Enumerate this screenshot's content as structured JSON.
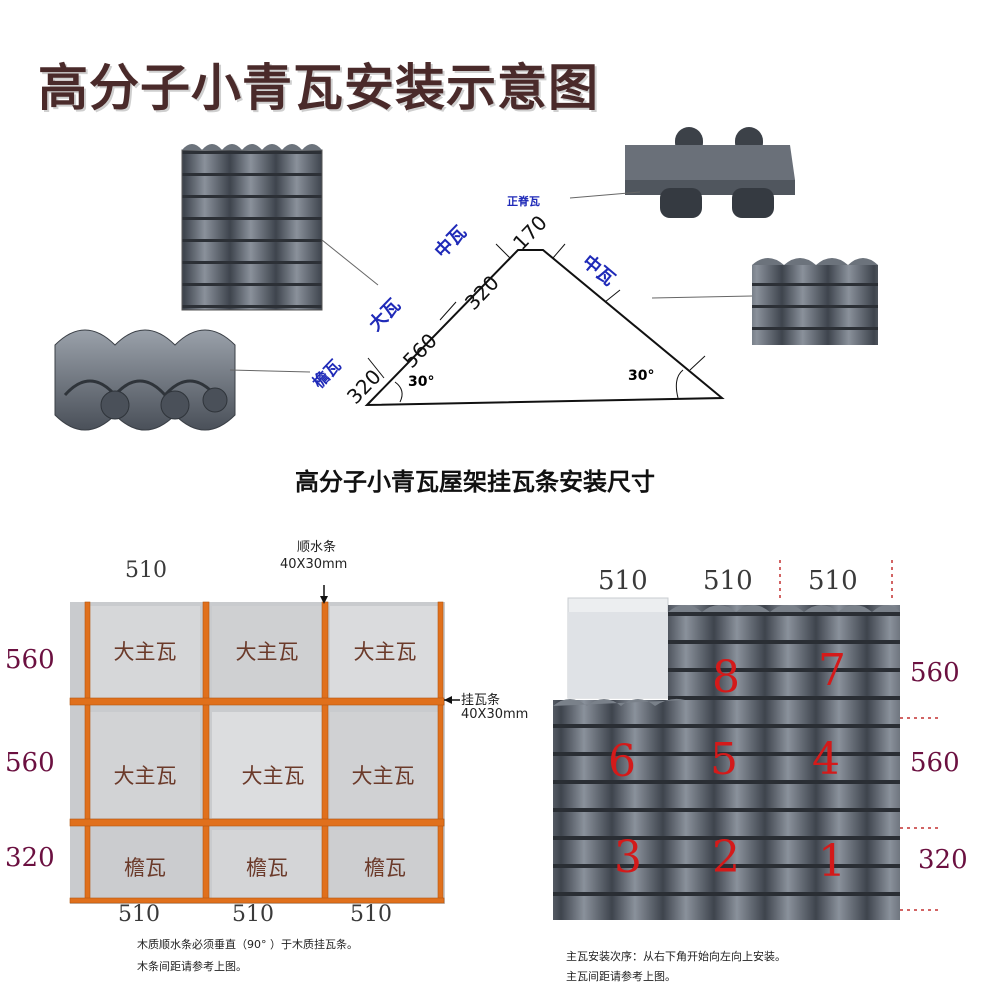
{
  "title": "高分子小青瓦安装示意图",
  "subtitle": "高分子小青瓦屋架挂瓦条安装尺寸",
  "roof": {
    "labels": {
      "ridge": "正脊瓦",
      "mid_left": "中瓦",
      "mid_right": "中瓦",
      "large": "大瓦",
      "eave": "檐瓦"
    },
    "dims": {
      "d170": "170",
      "d320_top": "320",
      "d560": "560",
      "d320_bottom": "320"
    },
    "angles": {
      "left": "30°",
      "right": "30°"
    }
  },
  "grid": {
    "top_dim": "510",
    "bottom_dims": [
      "510",
      "510",
      "510"
    ],
    "row_dims": [
      "560",
      "560",
      "320"
    ],
    "cells": [
      [
        "大主瓦",
        "大主瓦",
        "大主瓦"
      ],
      [
        "大主瓦",
        "大主瓦",
        "大主瓦"
      ],
      [
        "檐瓦",
        "檐瓦",
        "檐瓦"
      ]
    ],
    "batten_v": {
      "name": "顺水条",
      "size": "40X30mm"
    },
    "batten_h": {
      "name": "挂瓦条",
      "size": "40X30mm"
    },
    "notes": [
      "木质顺水条必须垂直（90°  ）于木质挂瓦条。",
      "木条间距请参考上图。"
    ]
  },
  "install": {
    "top_dims": [
      "510",
      "510",
      "510"
    ],
    "row_dims": [
      "560",
      "560",
      "320"
    ],
    "sequence": [
      "1",
      "2",
      "3",
      "4",
      "5",
      "6",
      "7",
      "8"
    ],
    "notes": [
      "主瓦安装次序：从右下角开始向左向上安装。",
      "主瓦间距请参考上图。"
    ]
  },
  "colors": {
    "tile": "#5d6470",
    "batten": "#e0701c",
    "accent_blue": "#1f2ab8",
    "plum": "#6b1040",
    "seq_red": "#d41a1a"
  }
}
